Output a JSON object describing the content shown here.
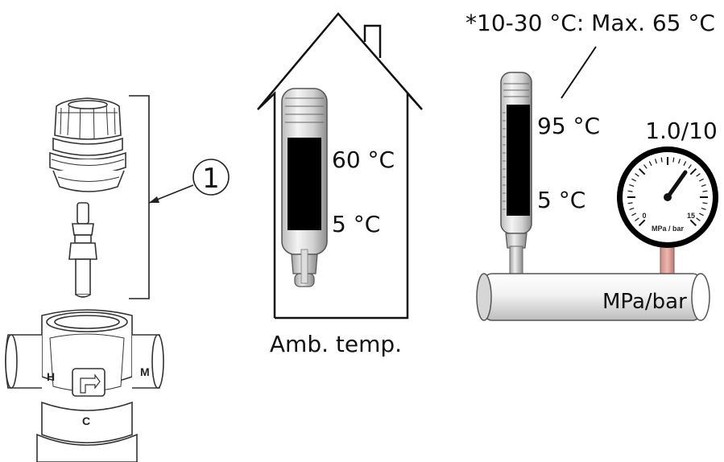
{
  "callout": {
    "number": "1"
  },
  "valve": {
    "port_left": "H",
    "port_right": "M",
    "port_bottom": "C"
  },
  "house": {
    "caption": "Amb. temp.",
    "thermometer_max": "60 °C",
    "thermometer_min": "5 °C"
  },
  "pipe": {
    "note": "*10-30 °C: Max. 65 °C",
    "thermometer_max": "95 °C",
    "thermometer_min": "5 °C",
    "gauge_rating": "1.0/10",
    "gauge_min": "0",
    "gauge_max": "15",
    "gauge_unit": "MPa / bar",
    "pipe_label": "MPa/bar"
  }
}
